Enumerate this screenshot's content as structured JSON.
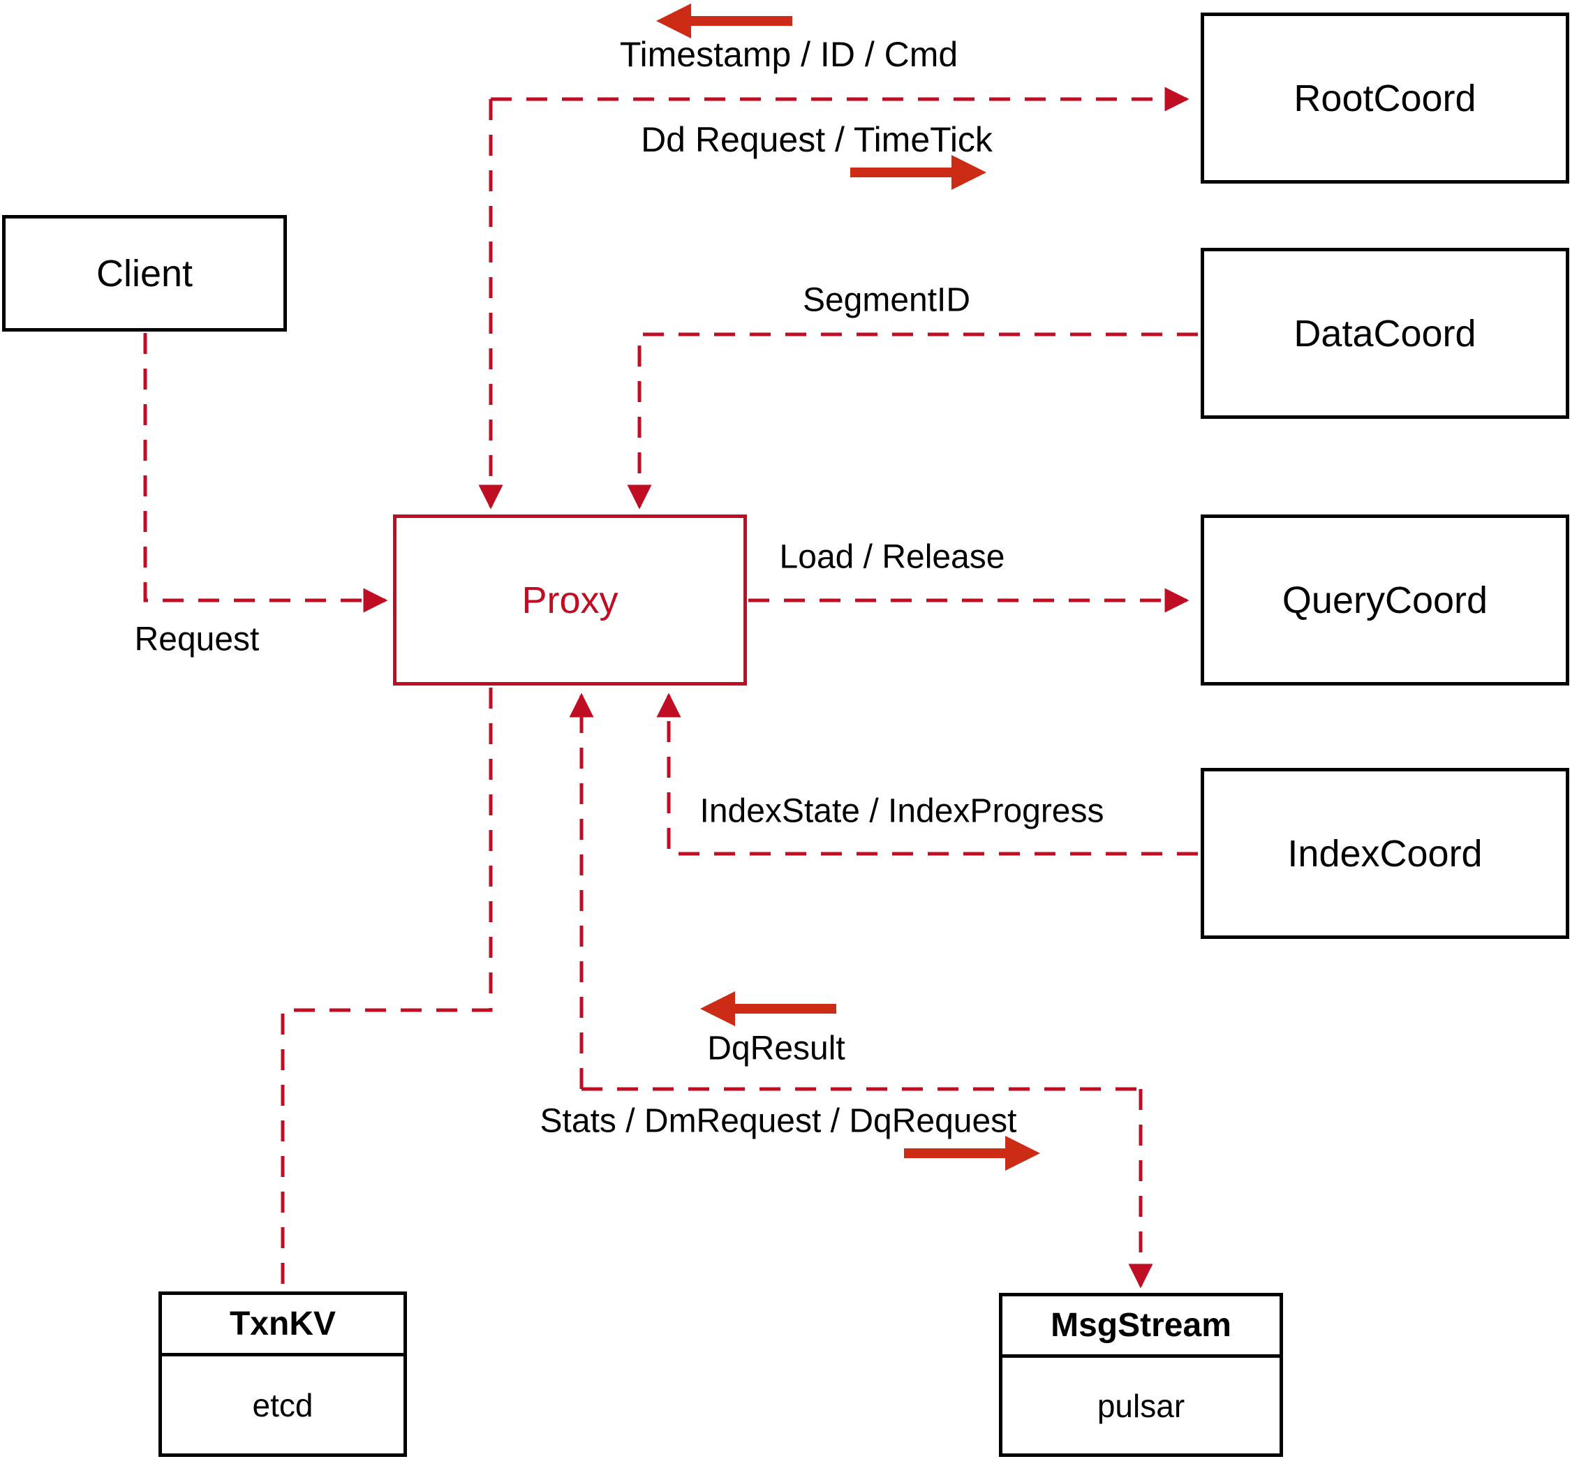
{
  "diagram": {
    "colors": {
      "dashed_edge": "#bf0e23",
      "direction_arrow": "#cc2b16",
      "node_border": "#000000"
    },
    "nodes": {
      "client": {
        "label": "Client"
      },
      "proxy": {
        "label": "Proxy"
      },
      "rootcoord": {
        "label": "RootCoord"
      },
      "datacoord": {
        "label": "DataCoord"
      },
      "querycoord": {
        "label": "QueryCoord"
      },
      "indexcoord": {
        "label": "IndexCoord"
      },
      "txnkv": {
        "title": "TxnKV",
        "subtitle": "etcd"
      },
      "msgstream": {
        "title": "MsgStream",
        "subtitle": "pulsar"
      }
    },
    "edge_labels": {
      "timestamp_id_cmd": "Timestamp / ID / Cmd",
      "dd_request_timetick": "Dd Request / TimeTick",
      "segment_id": "SegmentID",
      "request": "Request",
      "load_release": "Load / Release",
      "index_state_progress": "IndexState / IndexProgress",
      "dq_result": "DqResult",
      "stats_dm_dq_request": "Stats / DmRequest / DqRequest"
    }
  }
}
